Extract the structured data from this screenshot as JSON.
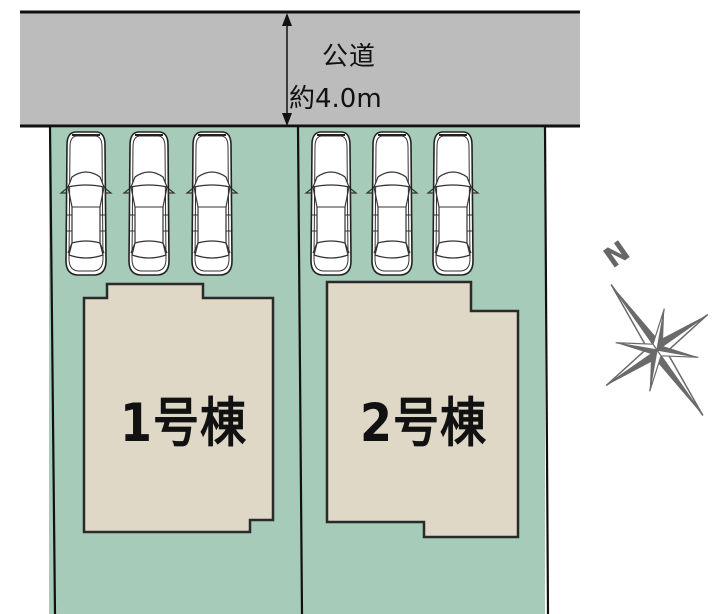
{
  "road": {
    "name": "公道",
    "width_label": "約4.0m",
    "color": "#bcbcbc"
  },
  "lots": [
    {
      "id": "lot-1",
      "color": "#a6cbb8",
      "building_label": "1号棟",
      "parking_spaces": 3
    },
    {
      "id": "lot-2",
      "color": "#a6cbb8",
      "building_label": "2号棟",
      "parking_spaces": 3
    }
  ],
  "building": {
    "color": "#e0d8c7"
  },
  "compass": {
    "label": "N",
    "color": "#6a6a6a"
  }
}
